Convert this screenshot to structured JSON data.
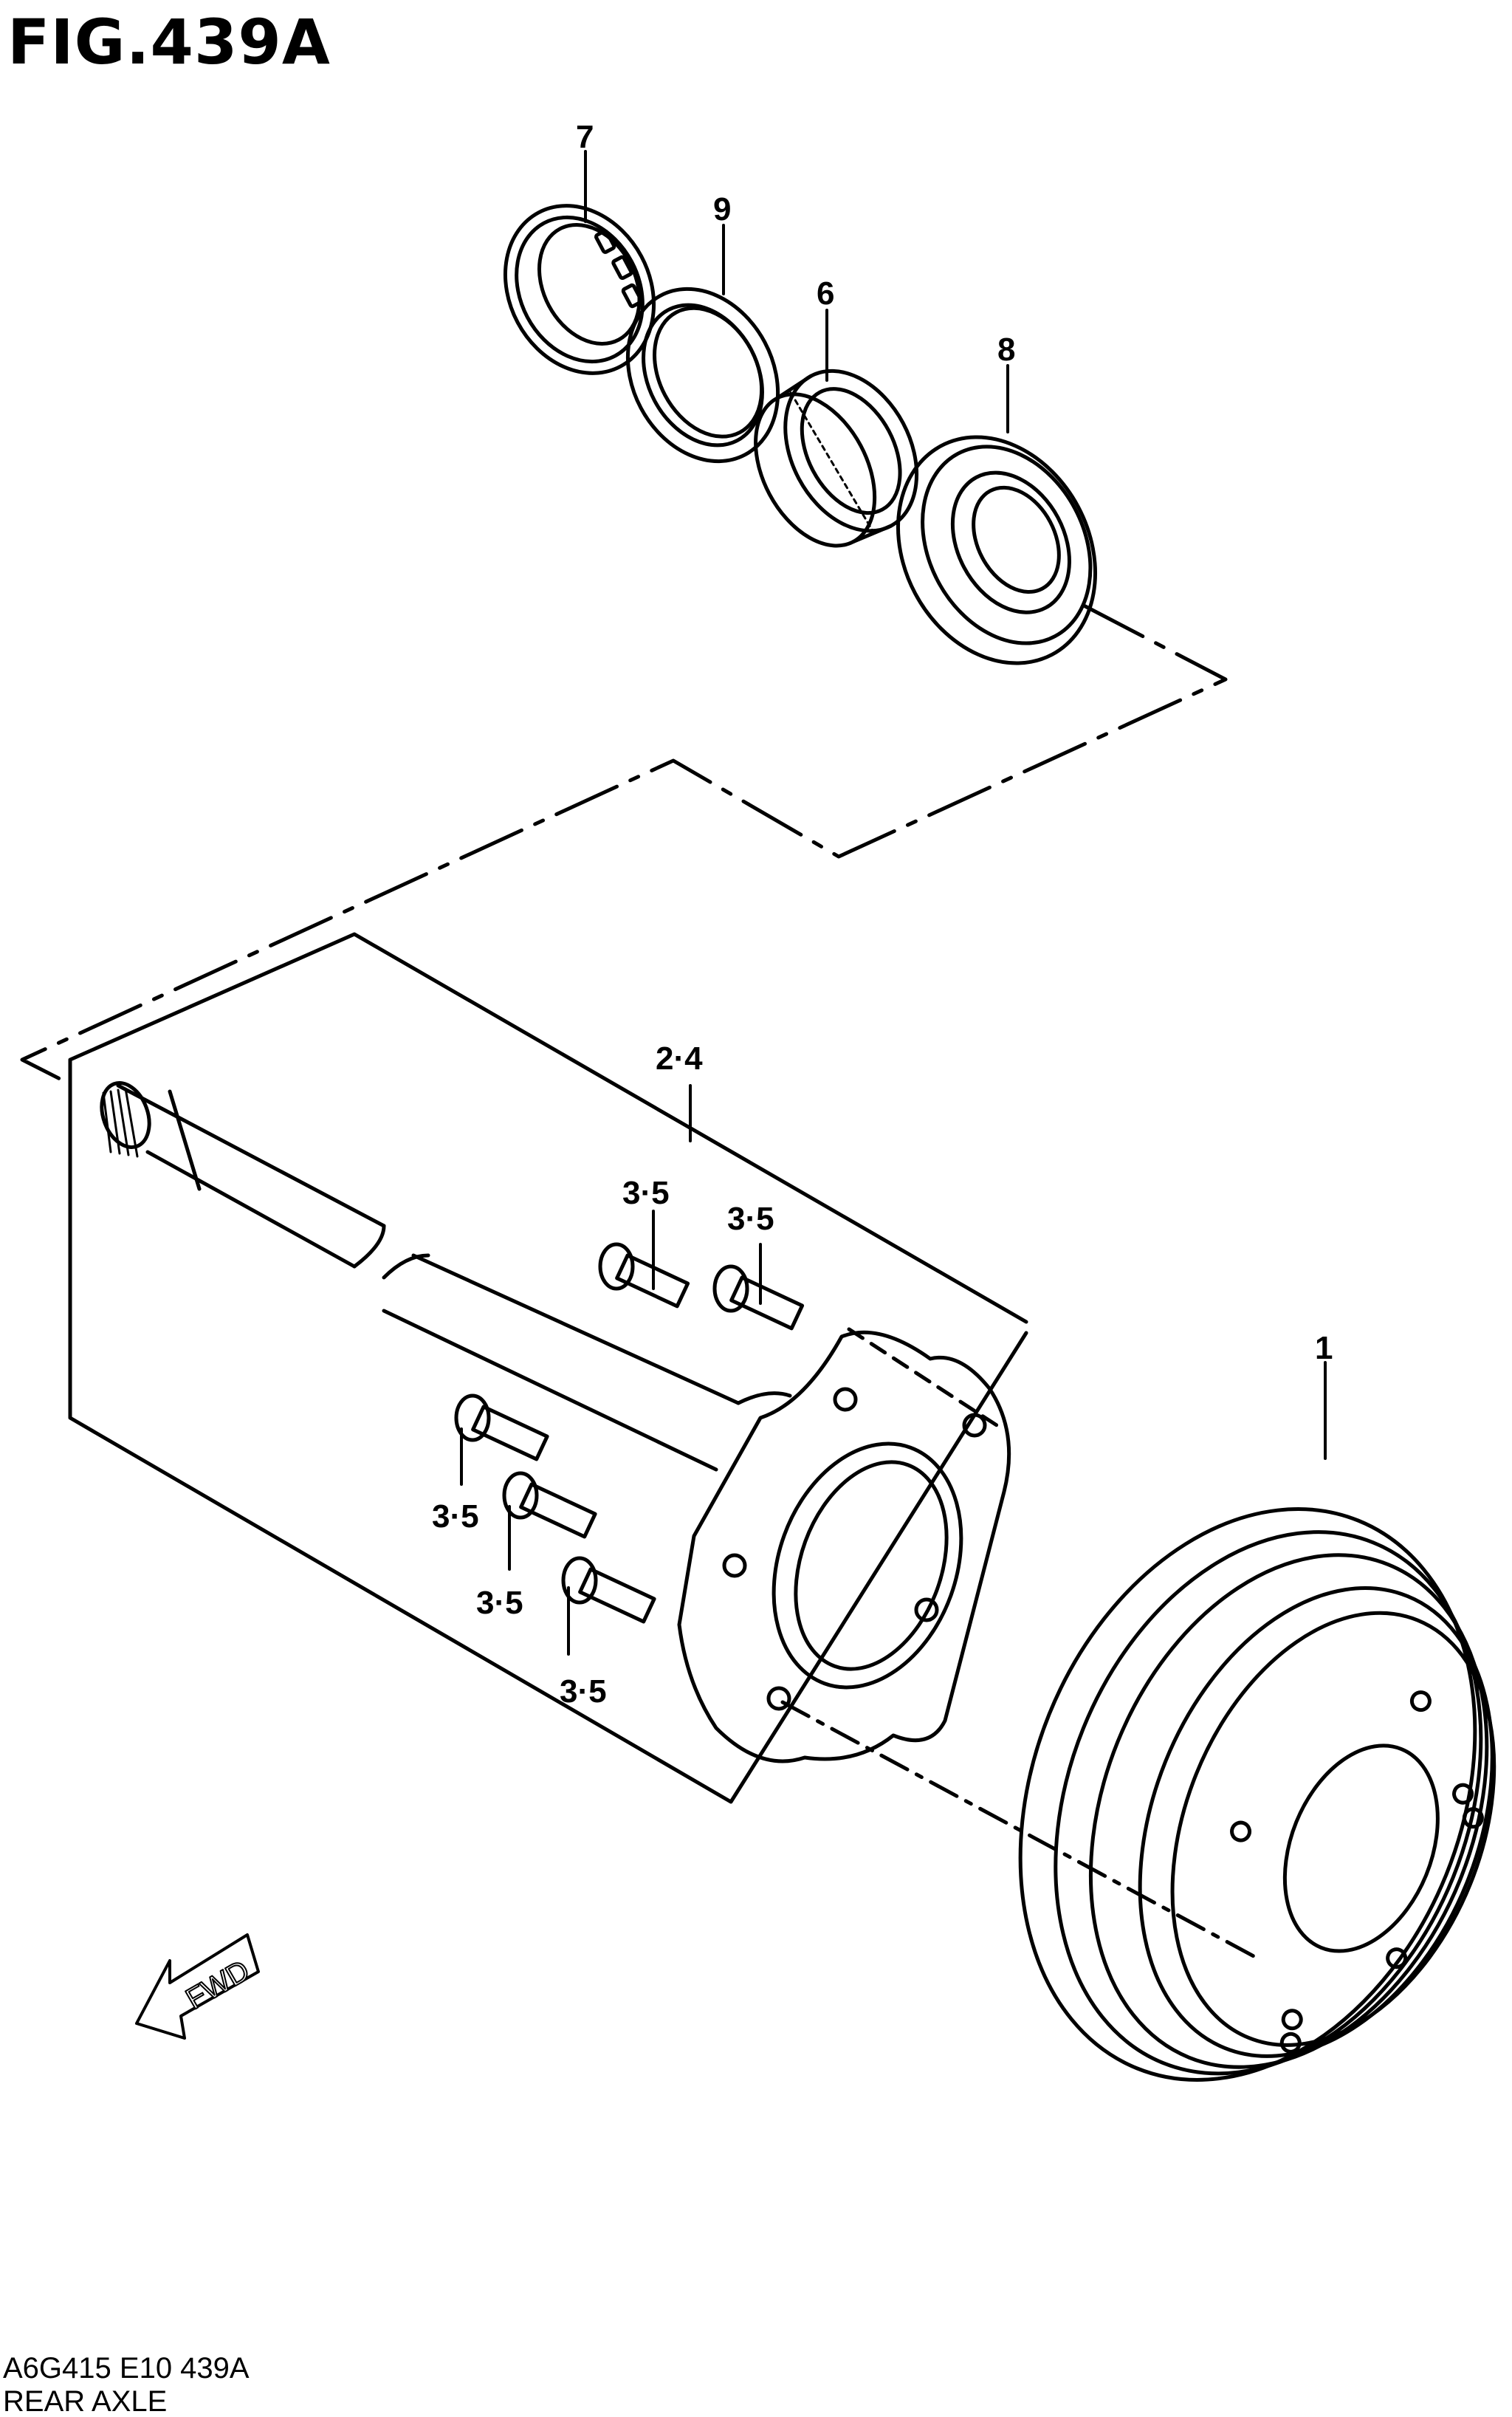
{
  "figure": {
    "title": "FIG.439A",
    "document_code": "A6G415 E10 439A",
    "document_name": "REAR AXLE"
  },
  "callouts": {
    "c7": "7",
    "c9": "9",
    "c6": "6",
    "c8": "8",
    "c24": "2·4",
    "c35a": "3·5",
    "c35b": "3·5",
    "c35c": "3·5",
    "c35d": "3·5",
    "c35e": "3·5",
    "c1": "1"
  },
  "direction_marker": {
    "label": "FWD"
  }
}
